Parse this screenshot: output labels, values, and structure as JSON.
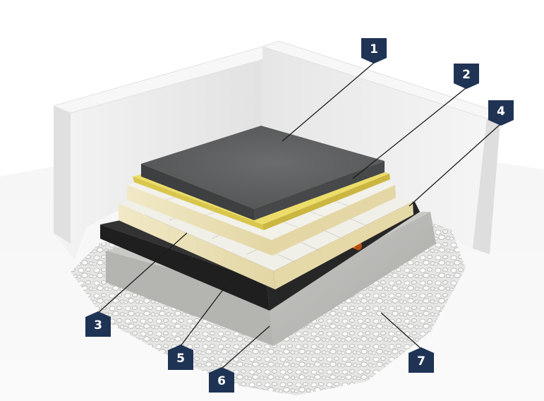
{
  "diagram": {
    "markers": [
      {
        "id": "m1",
        "label": "1",
        "layer": "concrete-screed"
      },
      {
        "id": "m2",
        "label": "2",
        "layer": "separation-foil"
      },
      {
        "id": "m3",
        "label": "3",
        "layer": "insulation-board-upper"
      },
      {
        "id": "m4",
        "label": "4",
        "layer": "insulation-board-lower"
      },
      {
        "id": "m5",
        "label": "5",
        "layer": "damp-proof-membrane"
      },
      {
        "id": "m6",
        "label": "6",
        "layer": "concrete-slab"
      },
      {
        "id": "m7",
        "label": "7",
        "layer": "gravel-bed"
      }
    ],
    "colors": {
      "marker_fill": "#1f3354",
      "leader_line": "#1b1b1b",
      "wall": "#efefef",
      "screed": "#5b5d5e",
      "foil": "#e8d860",
      "insulation": "#ece3bd",
      "membrane": "#2b2b2b",
      "slab": "#b9b9b6",
      "pipe": "#e0661e"
    }
  }
}
